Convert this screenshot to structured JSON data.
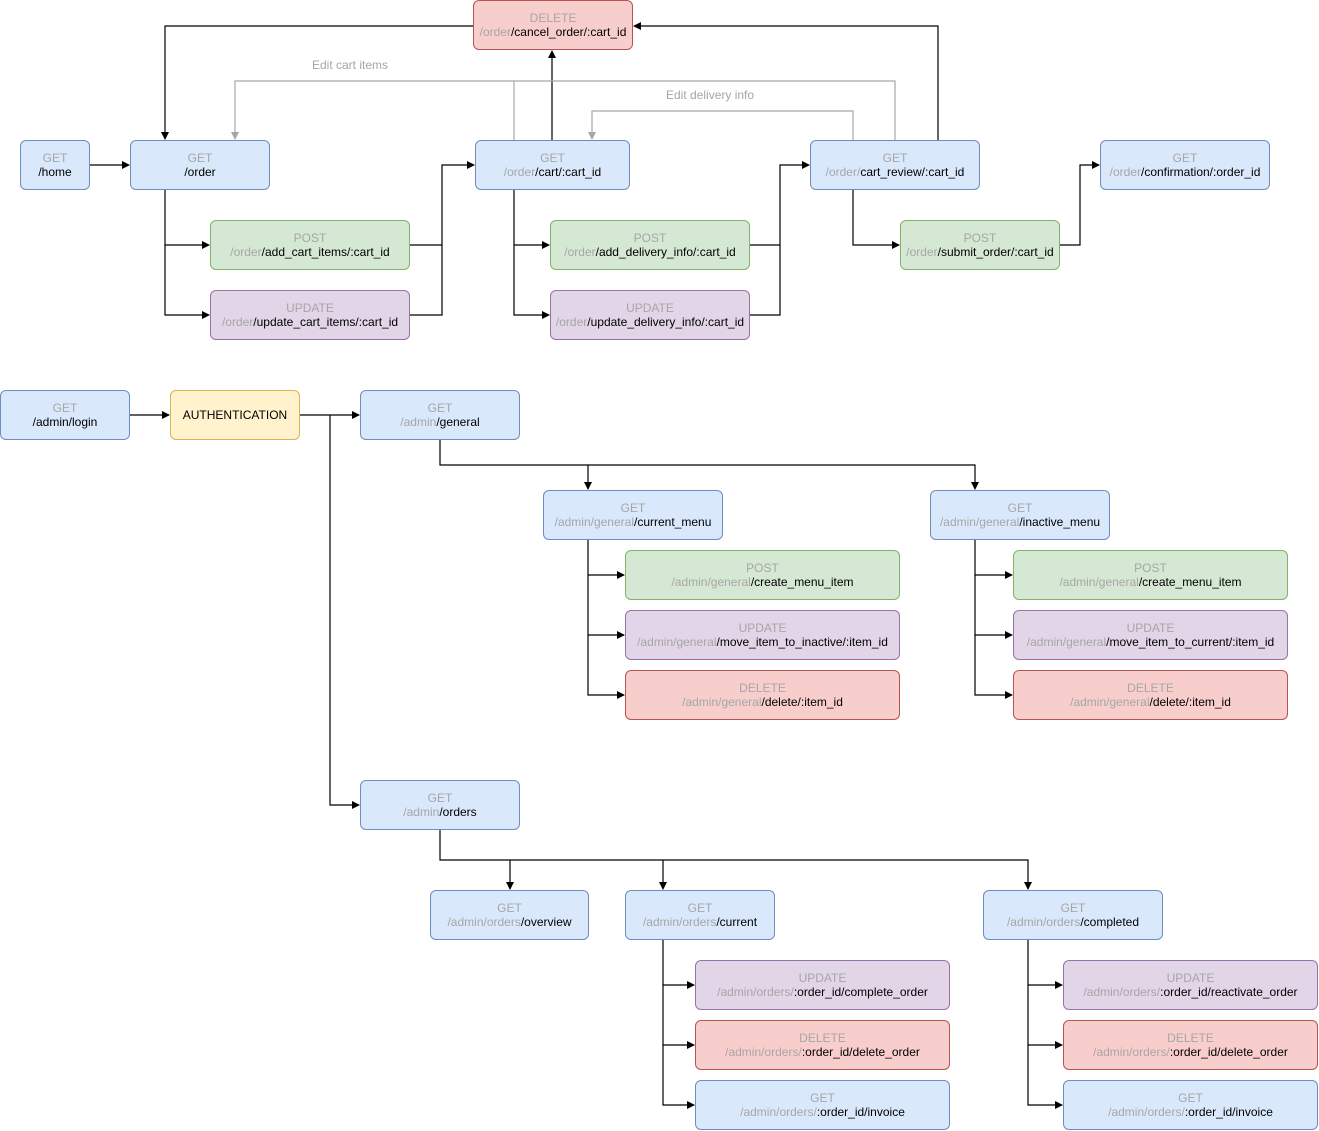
{
  "nodes": {
    "home": {
      "method": "GET",
      "prefix": "",
      "path": "/home"
    },
    "order": {
      "method": "GET",
      "prefix": "",
      "path": "/order"
    },
    "cancel_order": {
      "method": "DELETE",
      "prefix": "/order",
      "path": "/cancel_order/:cart_id"
    },
    "add_cart_items": {
      "method": "POST",
      "prefix": "/order",
      "path": "/add_cart_items/:cart_id"
    },
    "update_cart_items": {
      "method": "UPDATE",
      "prefix": "/order",
      "path": "/update_cart_items/:cart_id"
    },
    "cart": {
      "method": "GET",
      "prefix": "/order",
      "path": "/cart/:cart_id"
    },
    "add_delivery_info": {
      "method": "POST",
      "prefix": "/order",
      "path": "/add_delivery_info/:cart_id"
    },
    "update_delivery_info": {
      "method": "UPDATE",
      "prefix": "/order",
      "path": "/update_delivery_info/:cart_id"
    },
    "cart_review": {
      "method": "GET",
      "prefix": "/order/",
      "path": "cart_review/:cart_id"
    },
    "submit_order": {
      "method": "POST",
      "prefix": "/order",
      "path": "/submit_order/:cart_id"
    },
    "confirmation": {
      "method": "GET",
      "prefix": "/order",
      "path": "/confirmation/:order_id"
    },
    "admin_login": {
      "method": "GET",
      "prefix": "",
      "path": "/admin/login"
    },
    "authentication": {
      "label": "AUTHENTICATION"
    },
    "admin_general": {
      "method": "GET",
      "prefix": "/admin",
      "path": "/general"
    },
    "current_menu": {
      "method": "GET",
      "prefix": "/admin/general",
      "path": "/current_menu"
    },
    "inactive_menu": {
      "method": "GET",
      "prefix": "/admin/general",
      "path": "/inactive_menu"
    },
    "cm_create": {
      "method": "POST",
      "prefix": "/admin/general",
      "path": "/create_menu_item"
    },
    "cm_move": {
      "method": "UPDATE",
      "prefix": "/admin/general",
      "path": "/move_item_to_inactive/:item_id"
    },
    "cm_delete": {
      "method": "DELETE",
      "prefix": "/admin/general",
      "path": "/delete/:item_id"
    },
    "im_create": {
      "method": "POST",
      "prefix": "/admin/general",
      "path": "/create_menu_item"
    },
    "im_move": {
      "method": "UPDATE",
      "prefix": "/admin/general",
      "path": "/move_item_to_current/:item_id"
    },
    "im_delete": {
      "method": "DELETE",
      "prefix": "/admin/general",
      "path": "/delete/:item_id"
    },
    "admin_orders": {
      "method": "GET",
      "prefix": "/admin",
      "path": "/orders"
    },
    "overview": {
      "method": "GET",
      "prefix": "/admin/orders",
      "path": "/overview"
    },
    "current": {
      "method": "GET",
      "prefix": "/admin/orders",
      "path": "/current"
    },
    "completed": {
      "method": "GET",
      "prefix": "/admin/orders",
      "path": "/completed"
    },
    "cur_complete": {
      "method": "UPDATE",
      "prefix": "/admin/orders/",
      "path": ":order_id/complete_order"
    },
    "cur_delete": {
      "method": "DELETE",
      "prefix": "/admin/orders/",
      "path": ":order_id/delete_order"
    },
    "cur_invoice": {
      "method": "GET",
      "prefix": "/admin/orders/",
      "path": ":order_id/invoice"
    },
    "comp_reactivate": {
      "method": "UPDATE",
      "prefix": "/admin/orders/",
      "path": ":order_id/reactivate_order"
    },
    "comp_delete": {
      "method": "DELETE",
      "prefix": "/admin/orders/",
      "path": ":order_id/delete_order"
    },
    "comp_invoice": {
      "method": "GET",
      "prefix": "/admin/orders/",
      "path": ":order_id/invoice"
    }
  },
  "edge_labels": {
    "edit_cart_items": "Edit cart items",
    "edit_delivery_info": "Edit delivery info"
  },
  "colors": {
    "get": "#dae8fc",
    "post": "#d5e8d4",
    "update": "#e1d5e7",
    "delete": "#f8cecc",
    "auth": "#fff2cc",
    "edge": "#000000",
    "edge_muted": "#a6a6a6"
  }
}
